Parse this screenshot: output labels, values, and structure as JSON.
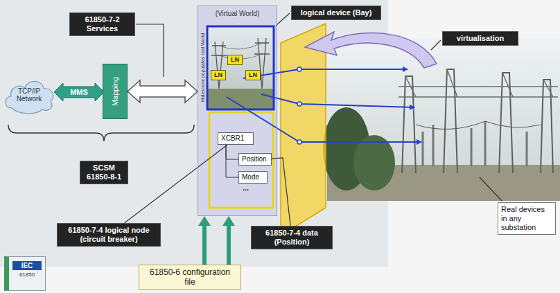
{
  "diagram": {
    "nodes": [
      {
        "text": [
          "61850-7-2 Services"
        ]
      },
      {
        "text": [
          "(Virtual World)"
        ]
      },
      {
        "text": [
          "LN"
        ],
        "in": 1
      },
      {
        "text": [
          "LN"
        ],
        "in": 1
      },
      {
        "text": [
          "LN"
        ],
        "in": 1
      },
      {
        "text": [
          "XCBR1"
        ],
        "in": 1
      },
      {
        "text": [
          "Position"
        ],
        "in": 1
      },
      {
        "text": [
          "Mode"
        ],
        "in": 1
      },
      {
        "text": [
          "logical device (Bay)"
        ]
      },
      {
        "text": [
          "virtualisation"
        ]
      },
      {
        "text": [
          "TCP/IP Network"
        ]
      },
      {
        "text": [
          "MMS"
        ]
      },
      {
        "text": [
          "Mapping"
        ]
      },
      {
        "text": [
          "SCSM 61850-8-1"
        ]
      },
      {
        "text": [
          "Real devices in any substation"
        ]
      },
      {
        "text": [
          "61850-7-4 logical node (circuit breaker)"
        ]
      },
      {
        "text": [
          "61850-7-4 data (Position)"
        ]
      },
      {
        "text": [
          "IEC",
          "61850"
        ]
      },
      {
        "text": [
          "61850-6 configuration file"
        ]
      }
    ],
    "edges": [
      {
        "from": 12,
        "to": 1,
        "arrow": "both"
      },
      {
        "from": 5,
        "to": 6,
        "arrow": "none"
      },
      {
        "from": 5,
        "to": 7,
        "arrow": "none"
      },
      {
        "from": 15,
        "to": 5,
        "arrow": "none"
      },
      {
        "from": 16,
        "to": 6,
        "arrow": "none"
      },
      {
        "from": 18,
        "to": 1,
        "arrow": "to"
      },
      {
        "from": 18,
        "to": 1,
        "arrow": "to"
      }
    ],
    "labels": [
      "Hidescene populates real World",
      "..."
    ]
  }
}
